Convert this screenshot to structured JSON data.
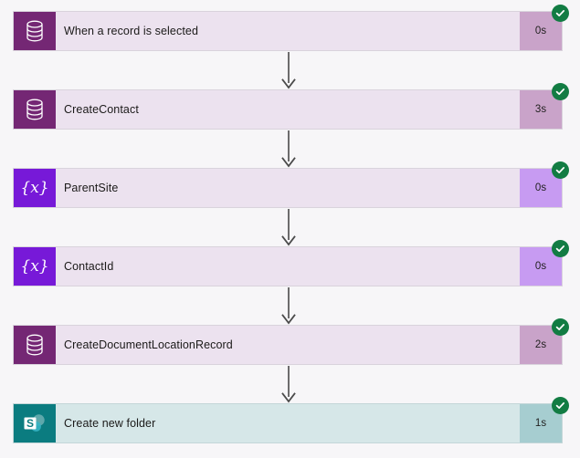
{
  "flow": {
    "background_color": "#f7f6f8",
    "status_badge_color": "#127c43",
    "connector_color": "#4a4a4a",
    "steps": [
      {
        "title": "When a record is selected",
        "duration": "0s",
        "status": "succeeded",
        "icon": "dataverse-database-icon",
        "icon_color": "#742774",
        "body_color": "#ece2ef",
        "duration_color": "#c9a3c9"
      },
      {
        "title": "CreateContact",
        "duration": "3s",
        "status": "succeeded",
        "icon": "dataverse-database-icon",
        "icon_color": "#742774",
        "body_color": "#ece2ef",
        "duration_color": "#c9a3c9"
      },
      {
        "title": "ParentSite",
        "duration": "0s",
        "status": "succeeded",
        "icon": "variable-braces-x-icon",
        "icon_color": "#7719d8",
        "body_color": "#ece2ef",
        "duration_color": "#c79bf2"
      },
      {
        "title": "ContactId",
        "duration": "0s",
        "status": "succeeded",
        "icon": "variable-braces-x-icon",
        "icon_color": "#7719d8",
        "body_color": "#ece2ef",
        "duration_color": "#c79bf2"
      },
      {
        "title": "CreateDocumentLocationRecord",
        "duration": "2s",
        "status": "succeeded",
        "icon": "dataverse-database-icon",
        "icon_color": "#742774",
        "body_color": "#ece2ef",
        "duration_color": "#c9a3c9"
      },
      {
        "title": "Create new folder",
        "duration": "1s",
        "status": "succeeded",
        "icon": "sharepoint-icon",
        "icon_color": "#0b7c80",
        "body_color": "#d6e7e8",
        "duration_color": "#a6cdd0"
      }
    ],
    "connectors": [
      {
        "name": "connector-1"
      },
      {
        "name": "connector-2"
      },
      {
        "name": "connector-3"
      },
      {
        "name": "connector-4"
      },
      {
        "name": "connector-5"
      }
    ]
  }
}
